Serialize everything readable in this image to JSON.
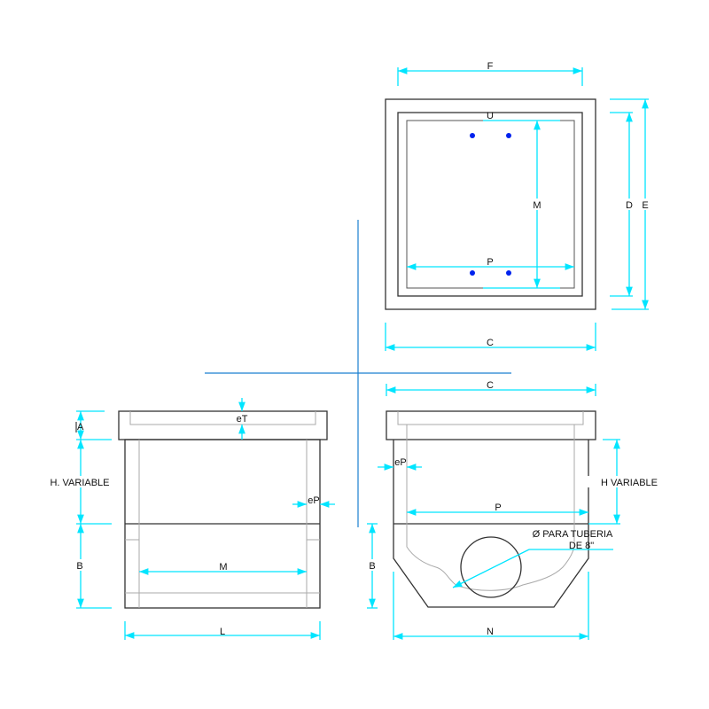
{
  "colors": {
    "outline": "#333333",
    "hidden": "#aaaaaa",
    "dimension": "#00e5ff",
    "axis": "#1a7fd0",
    "anchor_dots": "#0022ee"
  },
  "plan_view": {
    "F": "F",
    "U": "U",
    "M": "M",
    "P": "P",
    "D": "D",
    "E": "E",
    "C": "C"
  },
  "front_view": {
    "A": "A",
    "eT": "eT",
    "h_variable": "H. VARIABLE",
    "eP": "eP",
    "B": "B",
    "M": "M",
    "L": "L"
  },
  "side_view": {
    "C": "C",
    "eP": "eP",
    "h_variable": "H VARIABLE",
    "P": "P",
    "pipe_line1": "Ø PARA TUBERIA",
    "pipe_line2": "DE 8\"",
    "B": "B",
    "N": "N"
  }
}
